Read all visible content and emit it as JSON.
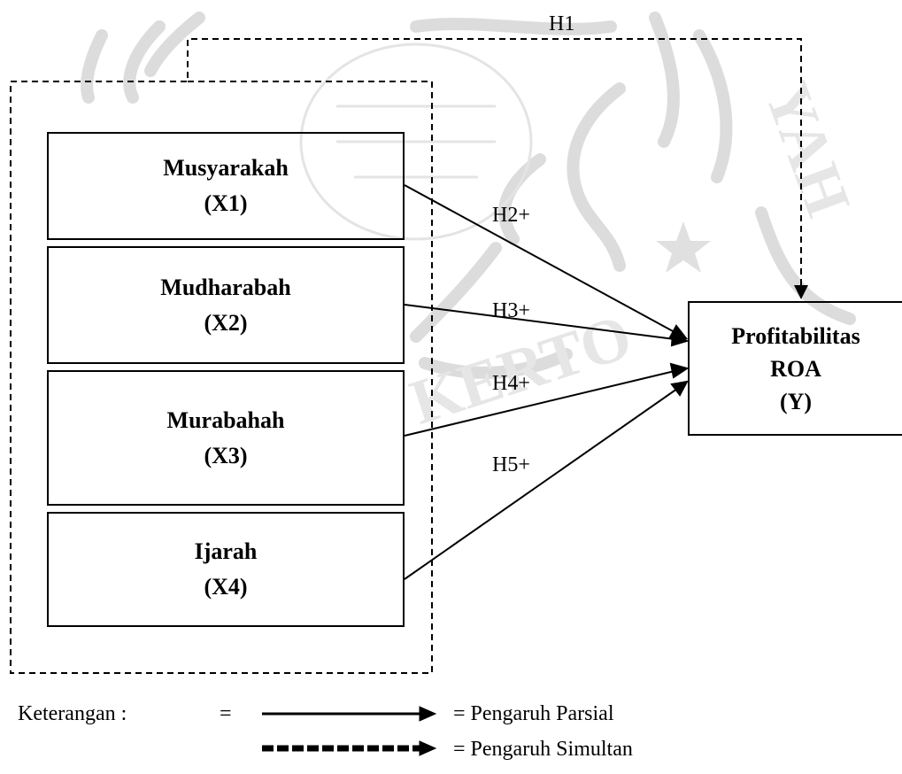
{
  "independent_variables": [
    {
      "name": "Musyarakah",
      "code": "(X1)"
    },
    {
      "name": "Mudharabah",
      "code": "(X2)"
    },
    {
      "name": "Murabahah",
      "code": "(X3)"
    },
    {
      "name": "Ijarah",
      "code": "(X4)"
    }
  ],
  "dependent_variable": {
    "line1": "Profitabilitas",
    "line2": "ROA",
    "code": "(Y)"
  },
  "hypotheses": {
    "simultaneous": "H1",
    "partial": [
      "H2+",
      "H3+",
      "H4+",
      "H5+"
    ]
  },
  "legend": {
    "title": "Keterangan :",
    "equals": "=",
    "partial": "= Pengaruh Parsial",
    "simultaneous": "= Pengaruh Simultan"
  },
  "colors": {
    "line": "#000000",
    "watermark": "#d8d8d8"
  }
}
